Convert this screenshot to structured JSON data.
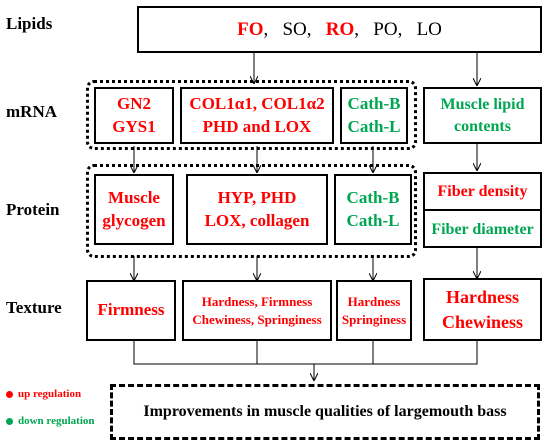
{
  "row_labels": {
    "lipids": "Lipids",
    "mrna": "mRNA",
    "protein": "Protein",
    "texture": "Texture"
  },
  "lipids": {
    "fo": "FO",
    "so": "SO,",
    "ro": "RO",
    "po": "PO,",
    "lo": "LO",
    "comma": ","
  },
  "mrna": {
    "box1": [
      "GN2",
      "GYS1"
    ],
    "box2": [
      "COL1α1, COL1α2",
      "PHD and LOX"
    ],
    "box3": [
      "Cath-B",
      "Cath-L"
    ],
    "box4": [
      "Muscle lipid",
      "contents"
    ]
  },
  "protein": {
    "box1": [
      "Muscle",
      "glycogen"
    ],
    "box2": [
      "HYP,  PHD",
      "LOX, collagen"
    ],
    "box3": [
      "Cath-B",
      "Cath-L"
    ],
    "box4a": "Fiber density",
    "box4b": "Fiber diameter"
  },
  "texture": {
    "box1": "Firmness",
    "box2": [
      "Hardness, Firmness",
      "Chewiness, Springiness"
    ],
    "box3": [
      "Hardness",
      "Springiness"
    ],
    "box4": [
      "Hardness",
      "Chewiness"
    ]
  },
  "outcome": "Improvements in muscle qualities of largemouth bass",
  "legend": {
    "up": "up regulation",
    "down": "down regulation"
  },
  "colors": {
    "up": "#ff0000",
    "down": "#00a651",
    "line": "#000000"
  }
}
